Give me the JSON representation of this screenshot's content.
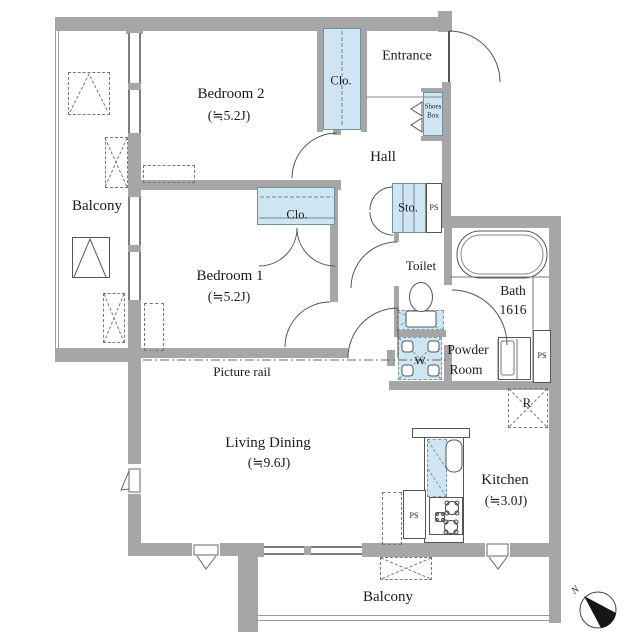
{
  "floorplan": {
    "rooms": {
      "bedroom2": {
        "name": "Bedroom 2",
        "size": "(≒5.2J)"
      },
      "bedroom1": {
        "name": "Bedroom 1",
        "size": "(≒5.2J)"
      },
      "living_dining": {
        "name": "Living Dining",
        "size": "(≒9.6J)"
      },
      "kitchen": {
        "name": "Kitchen",
        "size": "(≒3.0J)"
      },
      "entrance": {
        "name": "Entrance"
      },
      "hall": {
        "name": "Hall"
      },
      "toilet": {
        "name": "Toilet"
      },
      "bath": {
        "name": "Bath",
        "size": "1616"
      },
      "powder_room": {
        "name_line1": "Powder",
        "name_line2": "Room"
      },
      "balcony_west": {
        "name": "Balcony"
      },
      "balcony_south": {
        "name": "Balcony"
      }
    },
    "storage": {
      "closet_bedroom2": {
        "name": "Clo."
      },
      "closet_bedroom1": {
        "name": "Clo."
      },
      "storage_hall": {
        "name": "Sto."
      },
      "shoes_box": {
        "name_line1": "Shoes",
        "name_line2": "Box"
      }
    },
    "fixtures": {
      "washing_machine": "W",
      "refrigerator": "R",
      "pipe_space": "PS"
    },
    "annotations": {
      "picture_rail": "Picture rail",
      "compass_north": "N"
    },
    "colors": {
      "wall": "#a6a6a6",
      "fixture_blue": "#cfe6f2",
      "line": "#555555",
      "text": "#1b1b1b"
    }
  }
}
